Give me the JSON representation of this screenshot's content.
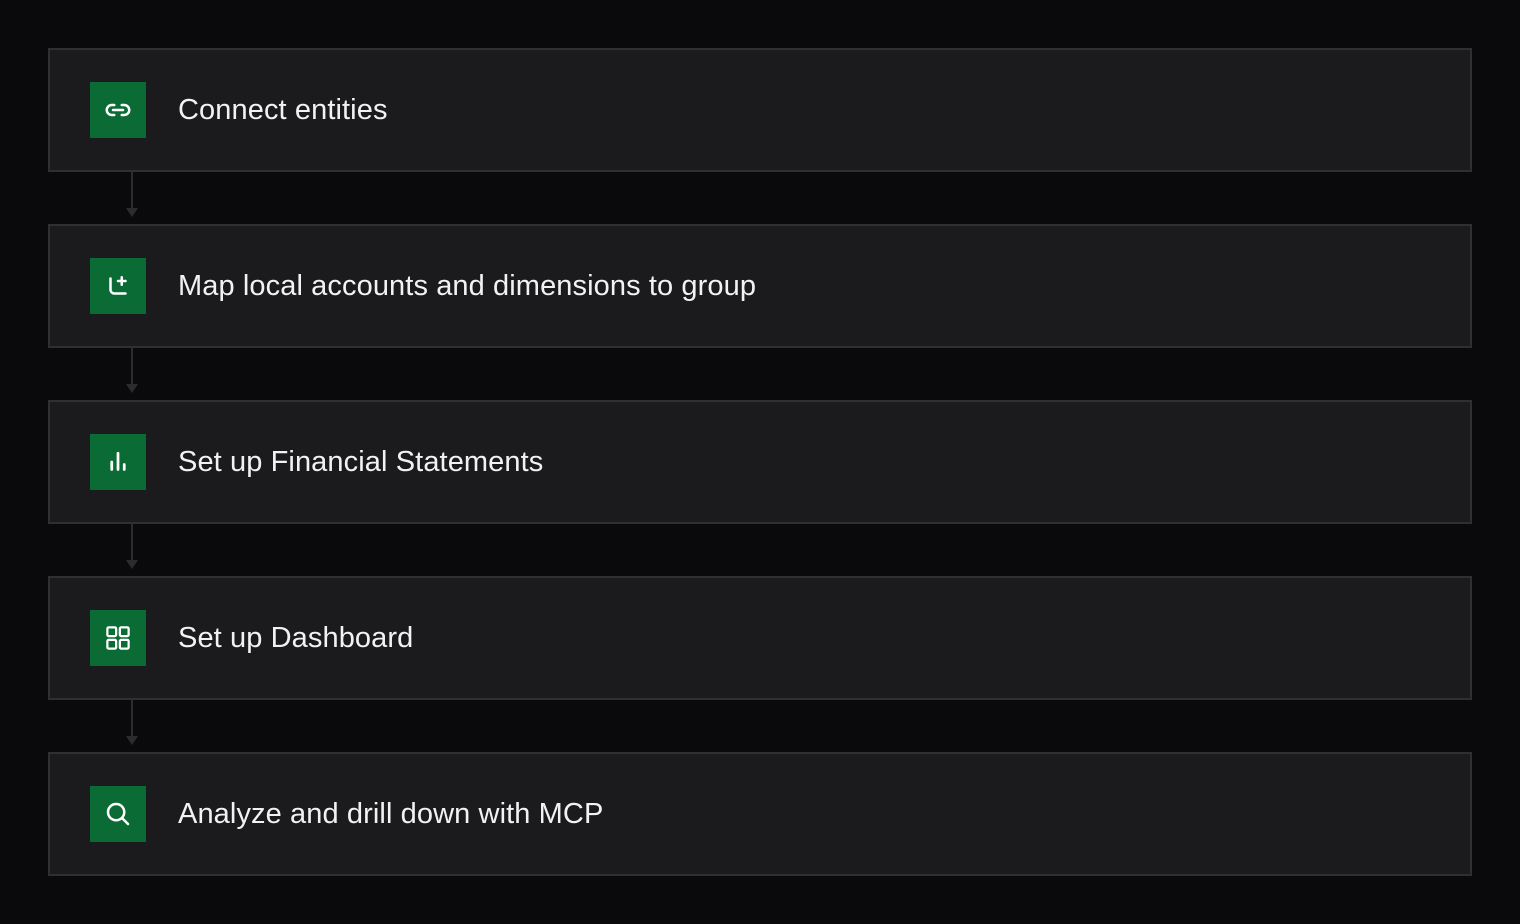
{
  "colors": {
    "background": "#0a0a0c",
    "card": "#1b1b1d",
    "card_border": "#303033",
    "icon_bg": "#0a6b34",
    "text": "#f2f2f2",
    "connector": "#2c2c2f"
  },
  "steps": [
    {
      "label": "Connect entities",
      "icon": "link-icon"
    },
    {
      "label": "Map local accounts and dimensions to group",
      "icon": "map-plus-icon"
    },
    {
      "label": "Set up Financial Statements",
      "icon": "bar-chart-icon"
    },
    {
      "label": "Set up Dashboard",
      "icon": "dashboard-grid-icon"
    },
    {
      "label": "Analyze and drill down with MCP",
      "icon": "search-icon"
    }
  ]
}
